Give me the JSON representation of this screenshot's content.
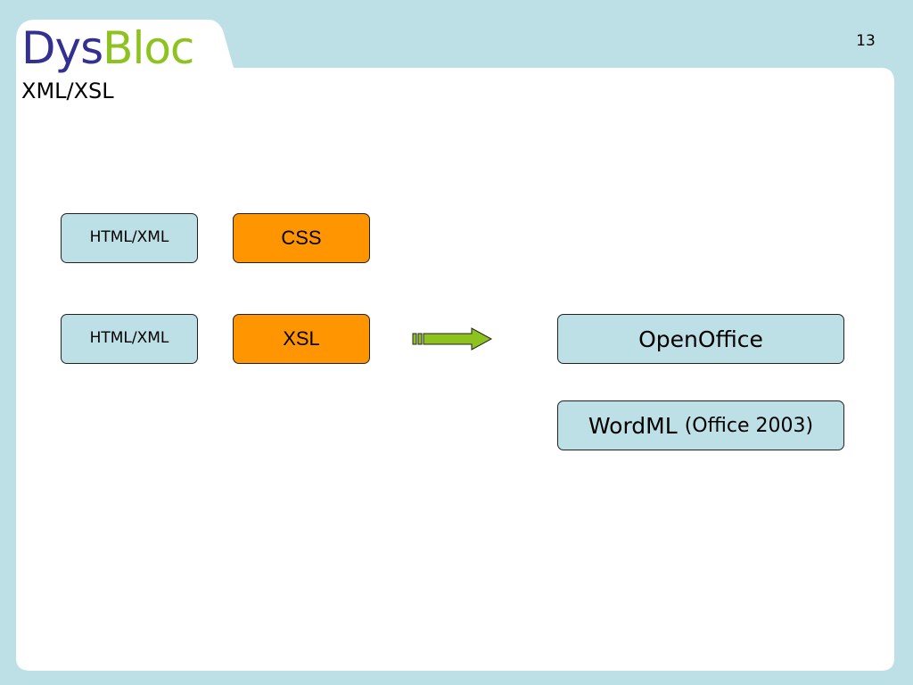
{
  "header": {
    "logo_part1": "Dys",
    "logo_part2": "Bloc",
    "subtitle": "XML/XSL",
    "page_number": "13"
  },
  "diagram": {
    "row1": {
      "source": "HTML/XML",
      "style": "CSS"
    },
    "row2": {
      "source": "HTML/XML",
      "style": "XSL"
    },
    "outputs": [
      {
        "label": "OpenOffice"
      },
      {
        "label": "WordML",
        "note": "(Office 2003)"
      }
    ]
  },
  "colors": {
    "background": "#bde0e6",
    "content": "#ffffff",
    "logo_dark": "#343092",
    "logo_green": "#8dc21f",
    "box_blue": "#bde0e6",
    "box_orange": "#ff9500",
    "arrow_green": "#8dc21f"
  }
}
